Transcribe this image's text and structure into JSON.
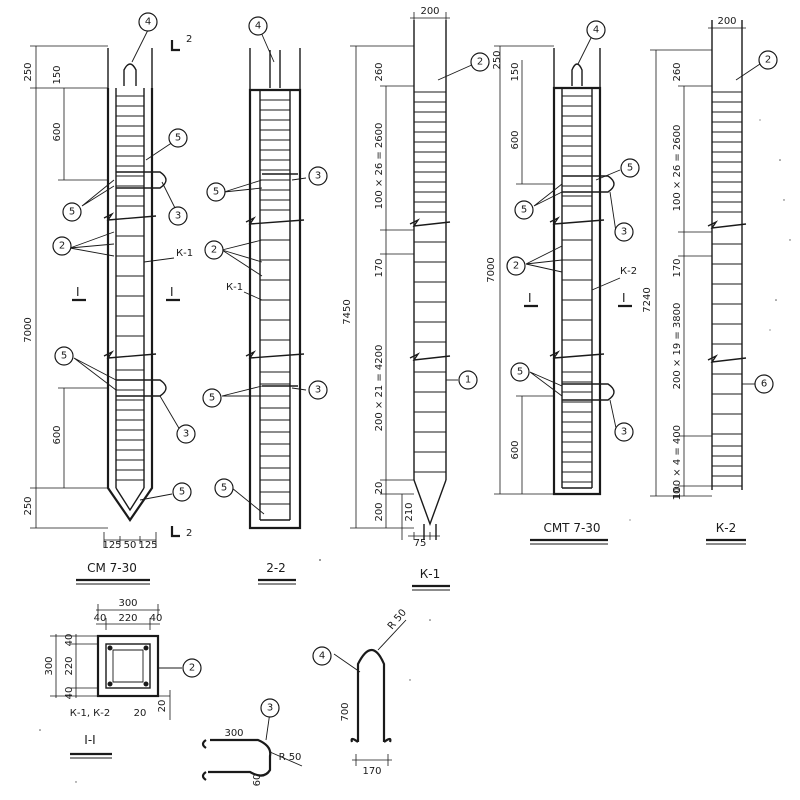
{
  "views": {
    "cm": {
      "title": "СМ 7-30",
      "total": "7000",
      "top": "250",
      "bottom": "250",
      "zone": "600",
      "c150": "150",
      "base": [
        "125",
        "50",
        "125"
      ],
      "section": "2",
      "cut": "I"
    },
    "s22": {
      "title": "2-2"
    },
    "k1": {
      "title": "К-1",
      "total": "7450",
      "width": "200",
      "d260": "260",
      "d_upper": "100 × 26 = 2600",
      "d170": "170",
      "d_lower": "200 × 21 = 4200",
      "d20": "20",
      "d_tip": "200",
      "d210": "210",
      "d75": "75"
    },
    "cmt": {
      "title": "СМТ 7-30",
      "total": "7000",
      "d250": "250",
      "d150": "150",
      "d600": "600",
      "cut": "I"
    },
    "k2": {
      "title": "К-2",
      "total": "7240",
      "width": "200",
      "d260": "260",
      "d_upper": "100 × 26 = 2600",
      "d170": "170",
      "d_mid": "200 × 19 = 3800",
      "d_low": "100 × 4 = 400",
      "d10": "10"
    },
    "sec": {
      "title": "I-I",
      "w300": "300",
      "w40a": "40",
      "w220": "220",
      "w40b": "40",
      "h300": "300",
      "h40": "40",
      "h220": "220",
      "h40b": "40",
      "d20": "20",
      "d20b": "20",
      "label": "К-1, К-2"
    },
    "det3": {
      "d300": "300",
      "r": "R 50",
      "d60": "60"
    },
    "det4": {
      "r": "R 50",
      "d700": "700",
      "d170": "170"
    }
  },
  "bubbles": [
    "1",
    "2",
    "3",
    "4",
    "5",
    "6"
  ],
  "cutmarks": {
    "label": "2",
    "cut": "I"
  }
}
